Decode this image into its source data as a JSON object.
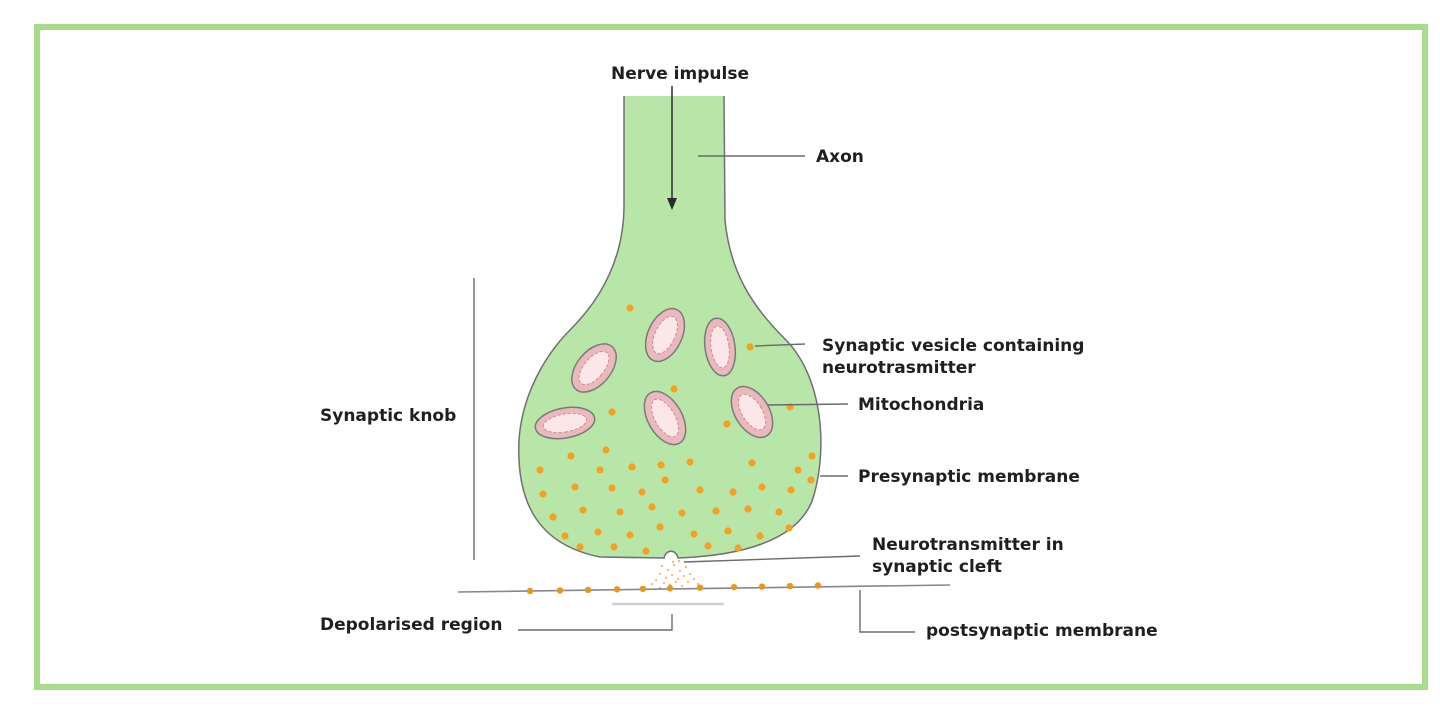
{
  "colors": {
    "frame_border": "#a8dc8c",
    "cell_fill": "#b8e6a8",
    "cell_outline": "#707070",
    "mitochondria_fill": "#eab8bd",
    "mitochondria_inner": "#fbe6e8",
    "vesicle": "#f5a021",
    "label_text": "#1f1f1f"
  },
  "labels": {
    "nerve_impulse": "Nerve impulse",
    "axon": "Axon",
    "vesicle_line1": "Synaptic vesicle containing",
    "vesicle_line2": "neurotrasmitter",
    "mitochondria": "Mitochondria",
    "synaptic_knob": "Synaptic knob",
    "presynaptic_membrane": "Presynaptic membrane",
    "neurotransmitter_line1": "Neurotransmitter in",
    "neurotransmitter_line2": "synaptic cleft",
    "depolarised_region": "Depolarised region",
    "postsynaptic_membrane": "postsynaptic membrane"
  }
}
